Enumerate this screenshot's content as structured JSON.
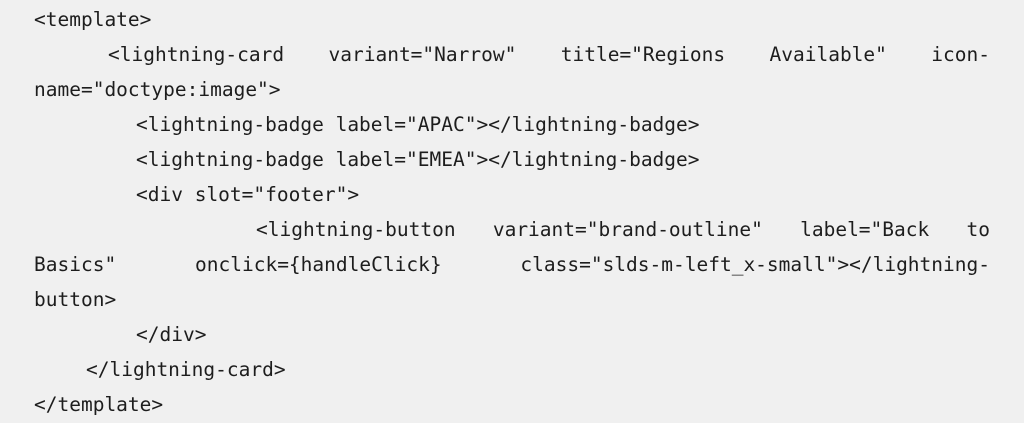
{
  "code": {
    "lines": [
      "<template>",
      "<lightning-card variant=\"Narrow\" title=\"Regions Available\" icon-",
      "name=\"doctype:image\">",
      "<lightning-badge label=\"APAC\"></lightning-badge>",
      "<lightning-badge label=\"EMEA\"></lightning-badge>",
      "<div slot=\"footer\">",
      "<lightning-button variant=\"brand-outline\" label=\"Back to",
      "Basics\" onclick={handleClick} class=\"slds-m-left_x-small\"></lightning-",
      "button>",
      "</div>",
      "</lightning-card>",
      "</template>"
    ]
  }
}
